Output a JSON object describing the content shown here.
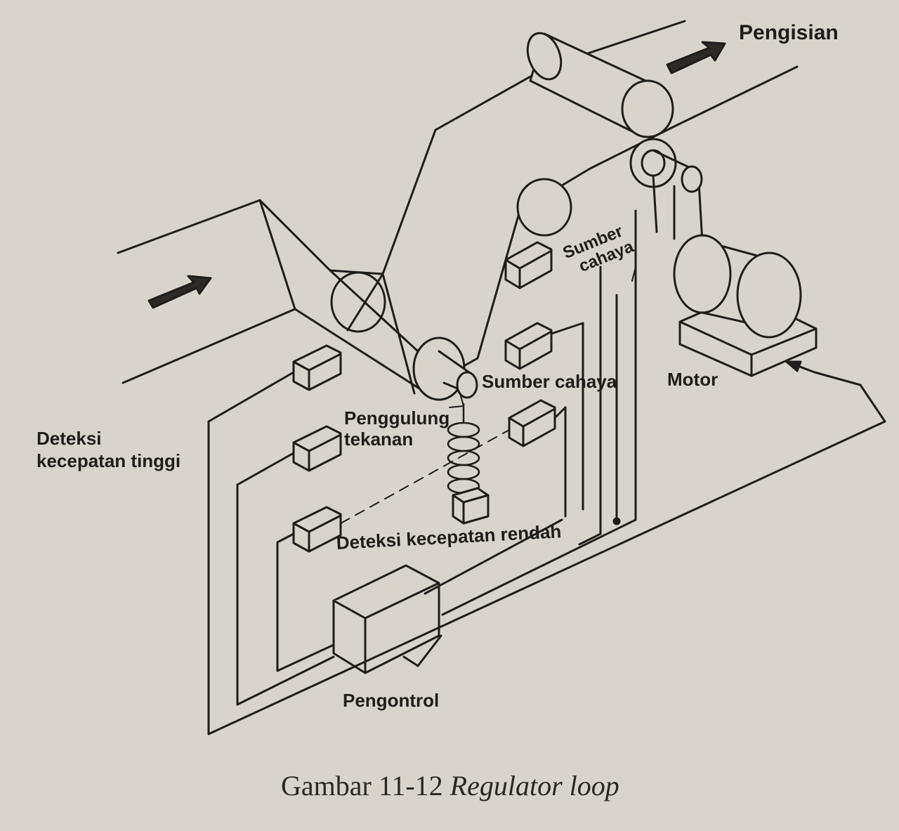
{
  "figure": {
    "caption_number": "Gambar 11-12",
    "caption_title": "Regulator loop"
  },
  "labels": {
    "pengisian": "Pengisian",
    "sumber_cahaya_top_line1": "Sumber",
    "sumber_cahaya_top_line2": "cahaya",
    "sumber_cahaya_mid": "Sumber cahaya",
    "motor": "Motor",
    "penggulung_line1": "Penggulung",
    "penggulung_line2": "tekanan",
    "deteksi_tinggi_line1": "Deteksi",
    "deteksi_tinggi_line2": "kecepatan tinggi",
    "deteksi_rendah": "Deteksi kecepatan rendah",
    "pengontrol": "Pengontrol"
  },
  "colors": {
    "paper": "#d9d4cb",
    "ink": "#1e1d1b"
  }
}
